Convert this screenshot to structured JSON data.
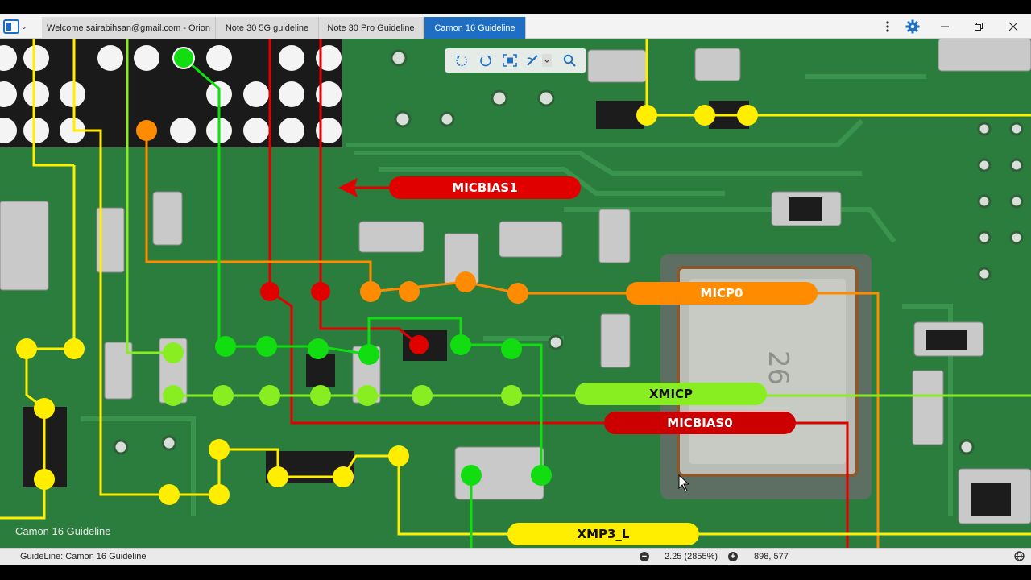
{
  "tabs": [
    {
      "label": "Welcome sairabihsan@gmail.com - Orion",
      "active": false
    },
    {
      "label": "Note 30 5G guideline",
      "active": false
    },
    {
      "label": "Note 30 Pro Guideline",
      "active": false
    },
    {
      "label": "Camon 16 Guideline",
      "active": true
    }
  ],
  "board_labels": {
    "micbias1": "MICBIAS1",
    "micp0": "MICP0",
    "xmicp": "XMICP",
    "micbias0": "MICBIAS0",
    "xmp3_l": "XMP3_L",
    "chip_marking": "26"
  },
  "watermark": "Camon 16 Guideline",
  "status": {
    "guideline": "GuideLine: Camon 16 Guideline",
    "zoom": "2.25 (2855%)",
    "coords": "898, 577"
  },
  "colors": {
    "accent": "#1e6fc4",
    "red": "#e00000",
    "orange": "#ff8c00",
    "yellow": "#ffee00",
    "light_green": "#88ee22",
    "green": "#11dd11"
  },
  "icons": [
    "app-menu-icon",
    "more-vert-icon",
    "settings-gear-icon",
    "minimize-icon",
    "maximize-icon",
    "close-icon",
    "rotate-left-icon",
    "rotate-right-icon",
    "fit-screen-icon",
    "draw-tool-icon",
    "search-icon",
    "zoom-out-icon",
    "zoom-in-icon",
    "network-icon"
  ]
}
